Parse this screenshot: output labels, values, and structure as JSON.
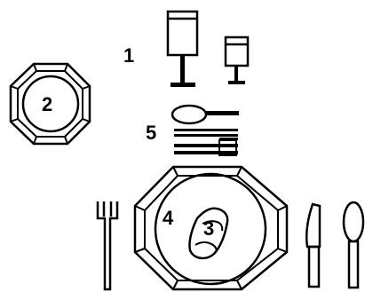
{
  "diagram": {
    "labels": {
      "glasses": "1",
      "bread_plate": "2",
      "napkin": "3",
      "dinner_plate": "4",
      "dessert_utensils": "5"
    },
    "colors": {
      "ink": "#000000",
      "background": "#ffffff"
    },
    "icons": [
      "water-goblet-icon",
      "wine-glass-icon",
      "bread-plate-icon",
      "dessert-spoon-icon",
      "dessert-fork-icon",
      "dessert-knife-icon",
      "dinner-plate-icon",
      "folded-napkin-icon",
      "dinner-fork-icon",
      "dinner-knife-icon",
      "soup-spoon-icon"
    ]
  }
}
